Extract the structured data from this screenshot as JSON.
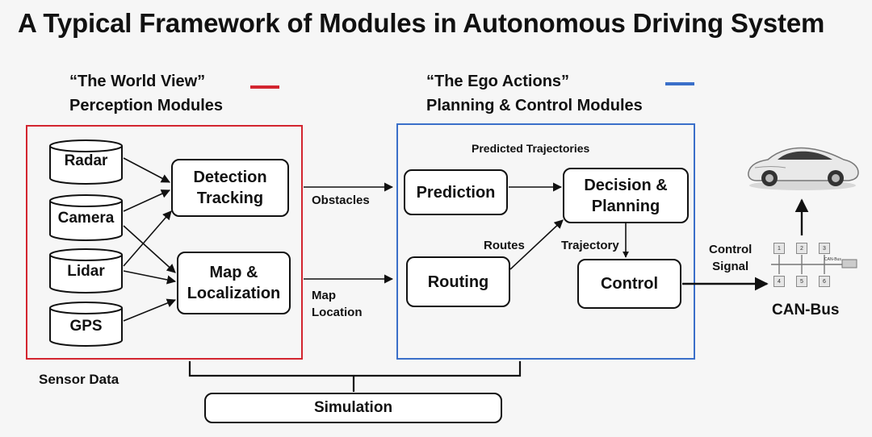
{
  "title": "A Typical Framework of Modules in Autonomous Driving System",
  "perception": {
    "quote": "“The World View”",
    "name": "Perception Modules",
    "legend_color": "#d3252f"
  },
  "planning": {
    "quote": "“The Ego Actions”",
    "name": "Planning & Control Modules",
    "legend_color": "#3a6fc9"
  },
  "sensors": [
    "Radar",
    "Camera",
    "Lidar",
    "GPS"
  ],
  "sensor_caption": "Sensor Data",
  "perception_nodes": {
    "detection": "Detection\nTracking",
    "map": "Map &\nLocalization"
  },
  "edge_labels": {
    "obstacles": "Obstacles",
    "map_location": "Map\nLocation",
    "predicted_trajectories": "Predicted Trajectories",
    "routes": "Routes",
    "trajectory": "Trajectory",
    "control_signal": "Control\nSignal"
  },
  "planning_nodes": {
    "prediction": "Prediction",
    "decision": "Decision &\nPlanning",
    "routing": "Routing",
    "control": "Control"
  },
  "canbus": {
    "label": "CAN-Bus",
    "keys": [
      "1",
      "2",
      "3",
      "4",
      "5",
      "6"
    ],
    "tag": "CAN-Bus"
  },
  "simulation": "Simulation",
  "icons": [
    "database-cylinder-icon",
    "sports-car-icon",
    "can-bus-icon"
  ]
}
